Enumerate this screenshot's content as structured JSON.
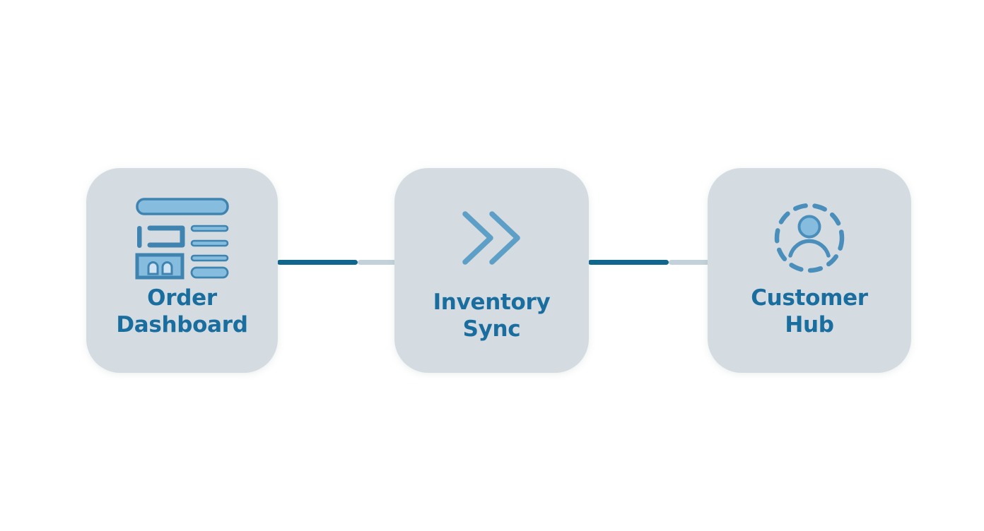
{
  "diagram": {
    "type": "horizontal-flow",
    "background_color": "#ffffff",
    "card_color": "#d5dce1",
    "label_color": "#1a6e9f",
    "icon_color": "#4a90bd",
    "connector_strong_color": "#10668c",
    "connector_faint_color": "#c3d2da"
  },
  "nodes": [
    {
      "id": "order-dashboard",
      "label_line_1": "Order",
      "label_line_2": "Dashboard",
      "icon": "dashboard-layout-icon"
    },
    {
      "id": "inventory-sync",
      "label_line_1": "Inventory",
      "label_line_2": "Sync",
      "icon": "double-chevron-right-icon"
    },
    {
      "id": "customer-hub",
      "label_line_1": "Customer",
      "label_line_2": "Hub",
      "icon": "user-avatar-dashed-circle-icon"
    }
  ],
  "connectors": [
    {
      "id": "connector-1",
      "from": "order-dashboard",
      "to": "inventory-sync"
    },
    {
      "id": "connector-2",
      "from": "inventory-sync",
      "to": "customer-hub"
    }
  ]
}
